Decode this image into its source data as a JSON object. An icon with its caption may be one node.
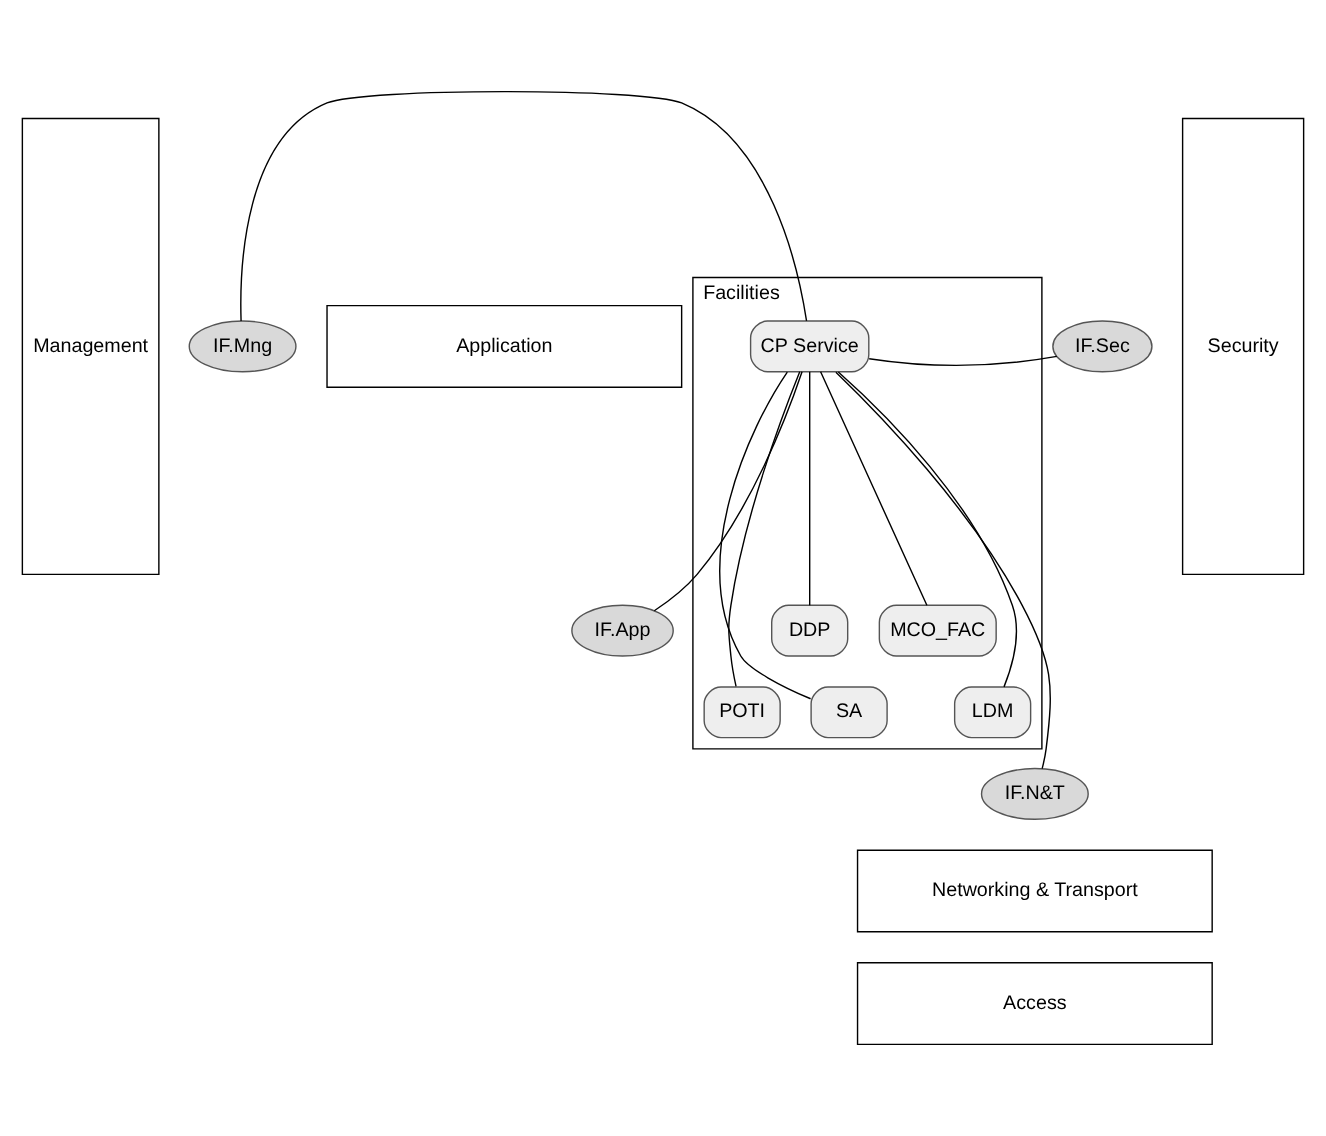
{
  "diagram": {
    "nodes": [
      {
        "text": [
          "Management"
        ]
      },
      {
        "text": [
          "Application"
        ]
      },
      {
        "text": [
          "IF.App"
        ]
      },
      {
        "text": [
          "Facilities"
        ]
      },
      {
        "text": [
          "SA"
        ],
        "in": 3
      },
      {
        "text": [
          "POTI"
        ],
        "in": 3
      },
      {
        "text": [
          "CP Service"
        ],
        "in": 3
      },
      {
        "text": [
          "DDP"
        ],
        "in": 3
      },
      {
        "text": [
          "MCO_FAC"
        ],
        "in": 3
      },
      {
        "text": [
          "LDM"
        ],
        "in": 3
      },
      {
        "text": [
          "IF.Mng"
        ]
      },
      {
        "text": [
          "IF.Sec"
        ]
      },
      {
        "text": [
          "IF.N&T"
        ]
      },
      {
        "text": [
          "Networking & Transport"
        ]
      },
      {
        "text": [
          "Access"
        ]
      },
      {
        "text": [
          "Security"
        ]
      }
    ],
    "edges": [
      {
        "from": 6,
        "to": 2,
        "arrow": "none"
      },
      {
        "from": 6,
        "to": 10,
        "arrow": "none"
      },
      {
        "from": 6,
        "to": 11,
        "arrow": "none"
      },
      {
        "from": 6,
        "to": 12,
        "arrow": "none"
      },
      {
        "from": 6,
        "to": 4,
        "arrow": "none"
      },
      {
        "from": 6,
        "to": 5,
        "arrow": "none"
      },
      {
        "from": 6,
        "to": 7,
        "arrow": "none"
      },
      {
        "from": 6,
        "to": 9,
        "arrow": "none"
      },
      {
        "from": 6,
        "to": 8,
        "arrow": "none"
      }
    ]
  }
}
